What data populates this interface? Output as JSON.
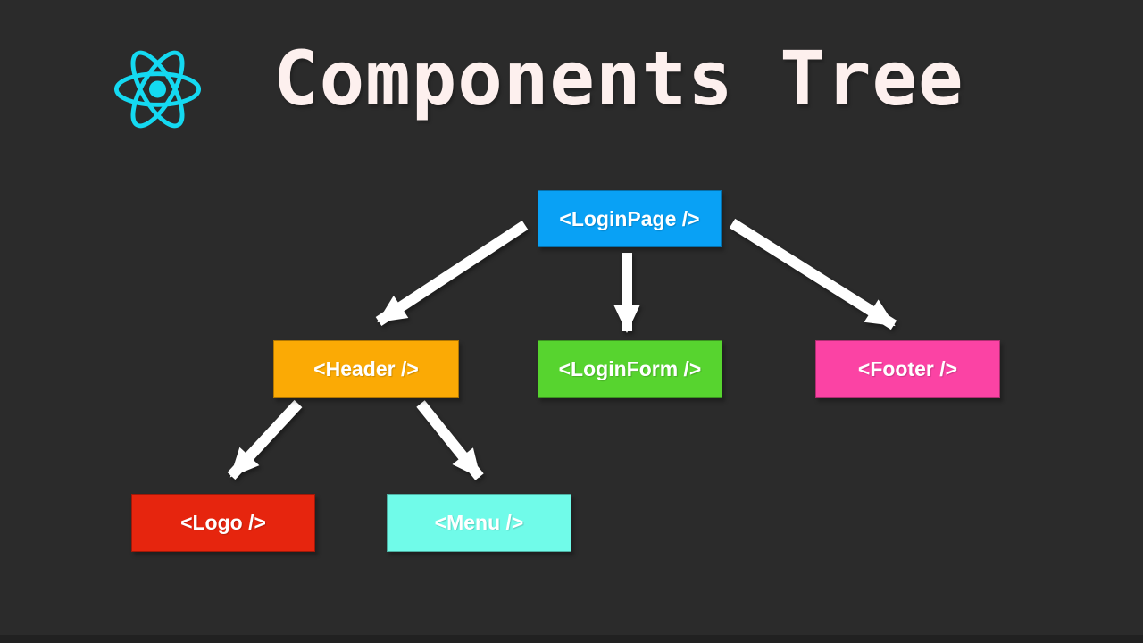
{
  "slide": {
    "title": "Components Tree",
    "colors": {
      "background": "#2b2b2b",
      "bottom_bar": "#212121",
      "title_text": "#fdf0ee",
      "arrow": "#ffffff",
      "react_logo": "#14d9f1",
      "node_text": "#ffffff"
    },
    "icons": {
      "react_logo": "react-atom-icon"
    },
    "nodes": {
      "loginpage": {
        "label": "<LoginPage />",
        "color": "#09a1f5"
      },
      "header": {
        "label": "<Header />",
        "color": "#fbaa05"
      },
      "loginform": {
        "label": "<LoginForm />",
        "color": "#57d42f"
      },
      "footer": {
        "label": "<Footer />",
        "color": "#fb43a4"
      },
      "logo": {
        "label": "<Logo />",
        "color": "#e6250e"
      },
      "menu": {
        "label": "<Menu />",
        "color": "#70fbe9"
      }
    },
    "edges": [
      {
        "from": "LoginPage",
        "to": "Header"
      },
      {
        "from": "LoginPage",
        "to": "LoginForm"
      },
      {
        "from": "LoginPage",
        "to": "Footer"
      },
      {
        "from": "Header",
        "to": "Logo"
      },
      {
        "from": "Header",
        "to": "Menu"
      }
    ]
  }
}
